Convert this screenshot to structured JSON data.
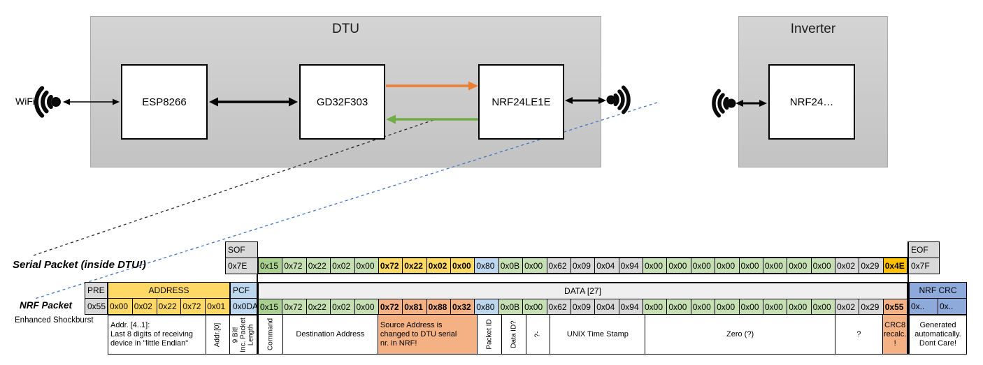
{
  "palette": {
    "byte_green_dark": "#A9D08E",
    "byte_green": "#C6E0B4",
    "byte_yellow": "#FFD966",
    "byte_blue": "#BDD7EE",
    "byte_gray": "#D9D9D9",
    "byte_orange": "#FFC000",
    "byte_salmon": "#F4B183",
    "crc_blue": "#8EAADB",
    "data_header_gray": "#EFEFEF",
    "arrow_orange": "#ED7D31",
    "arrow_green": "#70AD47",
    "callout_blue": "#4472C4"
  },
  "diagram": {
    "wifi_label": "WiFi",
    "dtu_title": "DTU",
    "esp": "ESP8266",
    "gd32": "GD32F303",
    "nrf_dtu": "NRF24LE1E",
    "inverter_title": "Inverter",
    "nrf_inv": "NRF24…"
  },
  "serial_packet": {
    "label": "Serial Packet (inside DTU!)",
    "sof_header": "SOF",
    "sof_value": "0x7E",
    "eof_header": "EOF",
    "eof_value": "0x7F",
    "bytes": [
      {
        "v": "0x15",
        "c": "gdark"
      },
      {
        "v": "0x72",
        "c": "glight"
      },
      {
        "v": "0x22",
        "c": "glight"
      },
      {
        "v": "0x02",
        "c": "glight"
      },
      {
        "v": "0x00",
        "c": "glight"
      },
      {
        "v": "0x72",
        "c": "yellow",
        "b": true
      },
      {
        "v": "0x22",
        "c": "yellow",
        "b": true
      },
      {
        "v": "0x02",
        "c": "yellow",
        "b": true
      },
      {
        "v": "0x00",
        "c": "yellow",
        "b": true
      },
      {
        "v": "0x80",
        "c": "blue"
      },
      {
        "v": "0x0B",
        "c": "glight"
      },
      {
        "v": "0x00",
        "c": "glight"
      },
      {
        "v": "0x62",
        "c": "gray"
      },
      {
        "v": "0x09",
        "c": "gray"
      },
      {
        "v": "0x04",
        "c": "gray"
      },
      {
        "v": "0x94",
        "c": "gray"
      },
      {
        "v": "0x00",
        "c": "glight"
      },
      {
        "v": "0x00",
        "c": "glight"
      },
      {
        "v": "0x00",
        "c": "glight"
      },
      {
        "v": "0x00",
        "c": "glight"
      },
      {
        "v": "0x00",
        "c": "glight"
      },
      {
        "v": "0x00",
        "c": "glight"
      },
      {
        "v": "0x00",
        "c": "glight"
      },
      {
        "v": "0x00",
        "c": "glight"
      },
      {
        "v": "0x02",
        "c": "gray"
      },
      {
        "v": "0x29",
        "c": "gray"
      },
      {
        "v": "0x4E",
        "c": "orange",
        "b": true
      }
    ]
  },
  "nrf_packet": {
    "label": "NRF Packet",
    "sublabel": "Enhanced Shockburst",
    "pre_header": "PRE",
    "pre_value": "0x55",
    "address_header": "ADDRESS",
    "address_values": [
      "0x00",
      "0x02",
      "0x22",
      "0x72",
      "0x01"
    ],
    "pcf_header": "PCF",
    "pcf_value": "0x0DA",
    "data_header": "DATA [27]",
    "bytes": [
      {
        "v": "0x15",
        "c": "gdark"
      },
      {
        "v": "0x72",
        "c": "glight"
      },
      {
        "v": "0x22",
        "c": "glight"
      },
      {
        "v": "0x02",
        "c": "glight"
      },
      {
        "v": "0x00",
        "c": "glight"
      },
      {
        "v": "0x72",
        "c": "salmon",
        "b": true
      },
      {
        "v": "0x81",
        "c": "salmon",
        "b": true
      },
      {
        "v": "0x88",
        "c": "salmon",
        "b": true
      },
      {
        "v": "0x32",
        "c": "salmon",
        "b": true
      },
      {
        "v": "0x80",
        "c": "blue"
      },
      {
        "v": "0x0B",
        "c": "glight"
      },
      {
        "v": "0x00",
        "c": "glight"
      },
      {
        "v": "0x62",
        "c": "gray"
      },
      {
        "v": "0x09",
        "c": "gray"
      },
      {
        "v": "0x04",
        "c": "gray"
      },
      {
        "v": "0x94",
        "c": "gray"
      },
      {
        "v": "0x00",
        "c": "glight"
      },
      {
        "v": "0x00",
        "c": "glight"
      },
      {
        "v": "0x00",
        "c": "glight"
      },
      {
        "v": "0x00",
        "c": "glight"
      },
      {
        "v": "0x00",
        "c": "glight"
      },
      {
        "v": "0x00",
        "c": "glight"
      },
      {
        "v": "0x00",
        "c": "glight"
      },
      {
        "v": "0x00",
        "c": "glight"
      },
      {
        "v": "0x02",
        "c": "gray"
      },
      {
        "v": "0x29",
        "c": "gray"
      },
      {
        "v": "0x55",
        "c": "salmon",
        "b": true
      }
    ],
    "crc_header": "NRF CRC",
    "crc_values": [
      "0x..",
      "0x.."
    ]
  },
  "annotations": {
    "left": [
      {
        "t": "Addr. [4..1]:\nLast 8 digits of receiving\ndevice in \"little Endian\"",
        "w": 140,
        "align": "left"
      },
      {
        "t": "Addr.[0]",
        "w": 35,
        "rot": true
      },
      {
        "t": "9 Bit!\nInc. Packet\nLength",
        "w": 40,
        "rot": true
      }
    ],
    "data": [
      {
        "t": "Command",
        "span": 1,
        "rot": true
      },
      {
        "t": "Destination Address",
        "span": 4
      },
      {
        "t": "Source Address is\nchanged to DTU serial\nnr. in NRF!",
        "span": 4,
        "c": "salmon",
        "align": "left"
      },
      {
        "t": "Packet ID",
        "span": 1,
        "rot": true
      },
      {
        "t": "Data ID?",
        "span": 1,
        "rot": true
      },
      {
        "t": "?-",
        "span": 1,
        "rot": true
      },
      {
        "t": "UNIX Time Stamp",
        "span": 4
      },
      {
        "t": "Zero (?)",
        "span": 8
      },
      {
        "t": "?",
        "span": 2
      },
      {
        "t": "CRC8\nrecalc.\n!",
        "span": 1,
        "c": "salmon"
      }
    ],
    "crc_note": "Generated\nautomatically.\nDont Care!"
  }
}
